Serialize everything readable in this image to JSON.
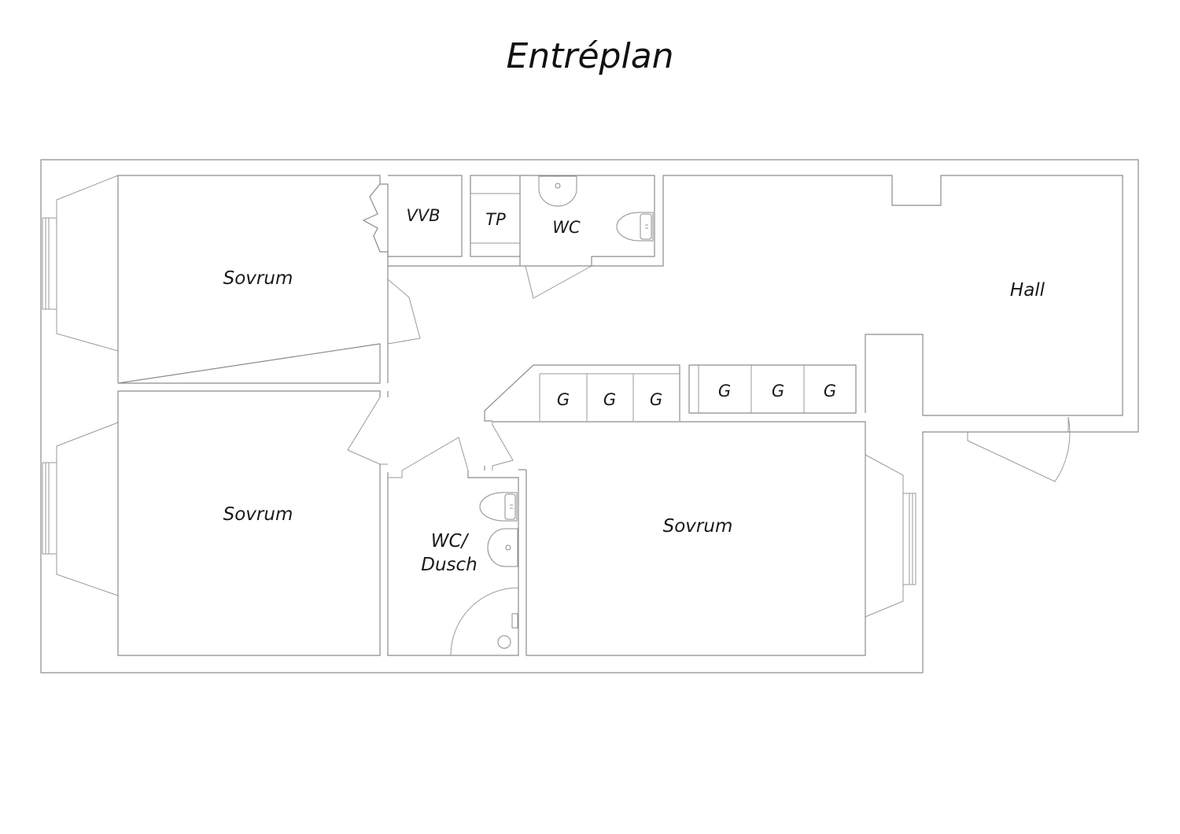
{
  "title": "Entréplan",
  "rooms": {
    "bedroom_1": "Sovrum",
    "bedroom_2": "Sovrum",
    "bedroom_3": "Sovrum",
    "hall": "Hall",
    "vvb": "VVB",
    "tp": "TP",
    "wc": "WC",
    "wc_dusch_line1": "WC/",
    "wc_dusch_line2": "Dusch"
  },
  "closets": [
    "G",
    "G",
    "G",
    "G",
    "G",
    "G"
  ]
}
